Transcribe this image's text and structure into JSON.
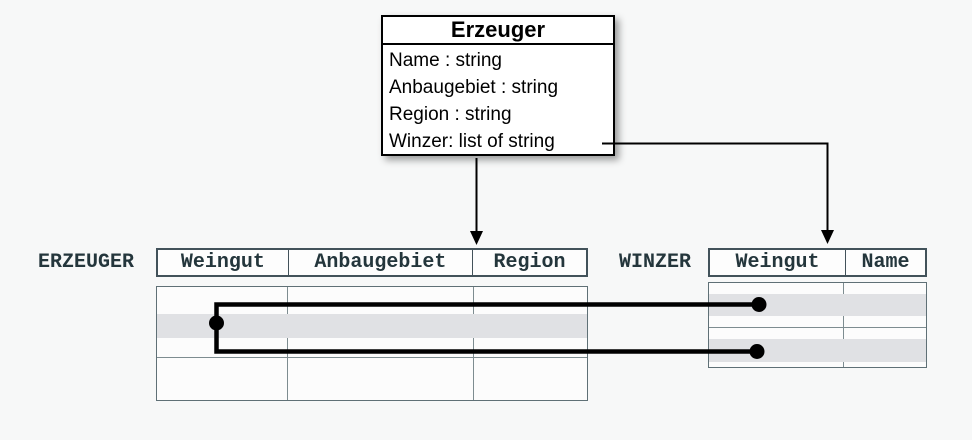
{
  "diagram": {
    "class_box": {
      "title": "Erzeuger",
      "attributes": [
        "Name : string",
        "Anbaugebiet : string",
        "Region : string",
        "Winzer: list of string"
      ]
    },
    "tables": {
      "erzeuger": {
        "label": "ERZEUGER",
        "columns": [
          "Weingut",
          "Anbaugebiet",
          "Region"
        ]
      },
      "winzer": {
        "label": "WINZER",
        "columns": [
          "Weingut",
          "Name"
        ]
      }
    },
    "colors": {
      "background": "#f7f8f8",
      "label_text": "#24363c",
      "header_border": "#42525a",
      "body_border": "#5f7076",
      "gridline": "#7d8c90",
      "shaded_row": "#e0e1e4",
      "connector": "#000000"
    }
  }
}
